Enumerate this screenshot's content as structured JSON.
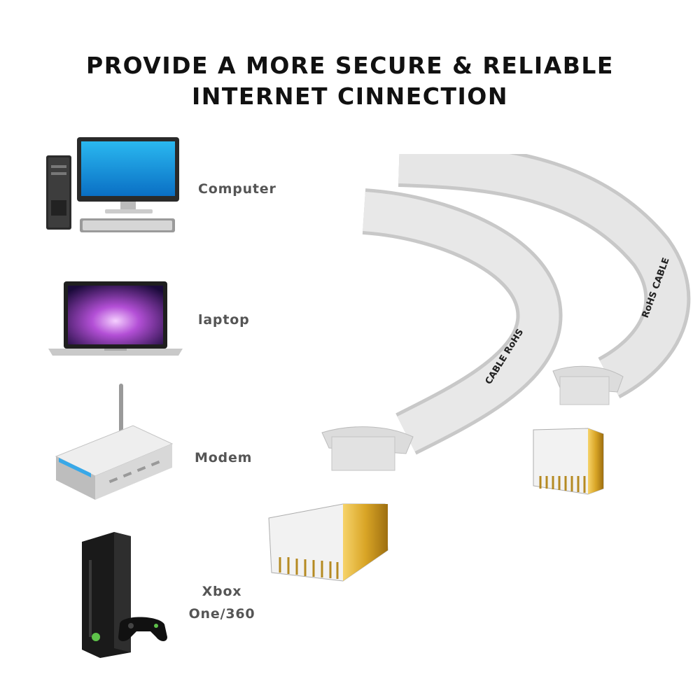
{
  "headline": {
    "line1": "PROVIDE A MORE SECURE & RELIABLE",
    "line2": "INTERNET CINNECTION"
  },
  "devices": [
    {
      "label": "Computer",
      "icon": "desktop-computer-icon"
    },
    {
      "label": "laptop",
      "icon": "laptop-icon"
    },
    {
      "label": "Modem",
      "icon": "router-icon"
    },
    {
      "label_line1": "Xbox",
      "label_line2": "One/360",
      "icon": "game-console-icon"
    }
  ],
  "cable": {
    "print_left": "CABLE RoHS",
    "print_right": "RoHS CABLE"
  },
  "colors": {
    "headline": "#111111",
    "label": "#555555",
    "cable": "#e4e4e4",
    "plug_gold": "#d9a526"
  }
}
